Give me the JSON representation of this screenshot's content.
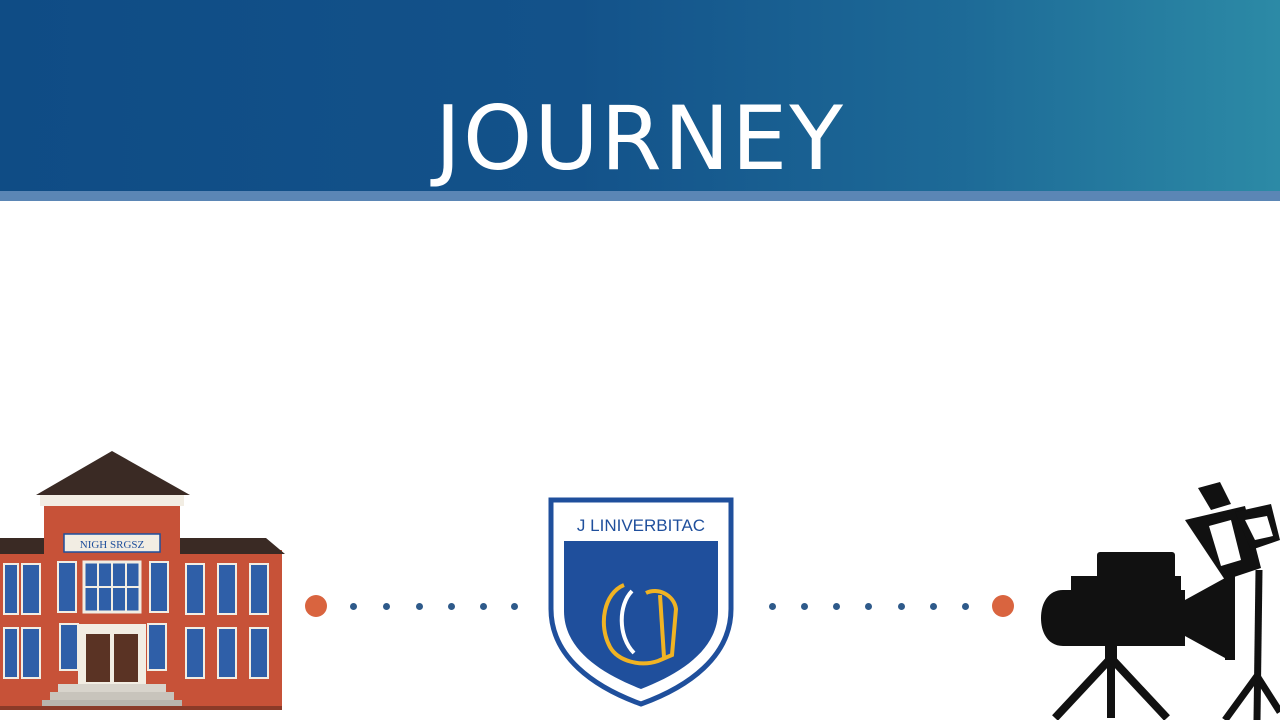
{
  "title": "JOURNEY",
  "colors": {
    "header_start": "#0f4c85",
    "header_end": "#2c8aa6",
    "connector_dot": "#2e5a8a",
    "endpoint_dot": "#d9643f",
    "brick": "#c75238",
    "crest_blue": "#1f4f9c",
    "crest_gold": "#f0b323"
  },
  "timeline": {
    "stages": [
      {
        "name": "high-school",
        "icon": "school-building-icon",
        "sign": "NIGH SRGSZ"
      },
      {
        "name": "university",
        "icon": "university-crest-icon",
        "crest_text": "J LINIVERBITAC"
      },
      {
        "name": "film-career",
        "icon": "film-camera-icon"
      }
    ]
  }
}
